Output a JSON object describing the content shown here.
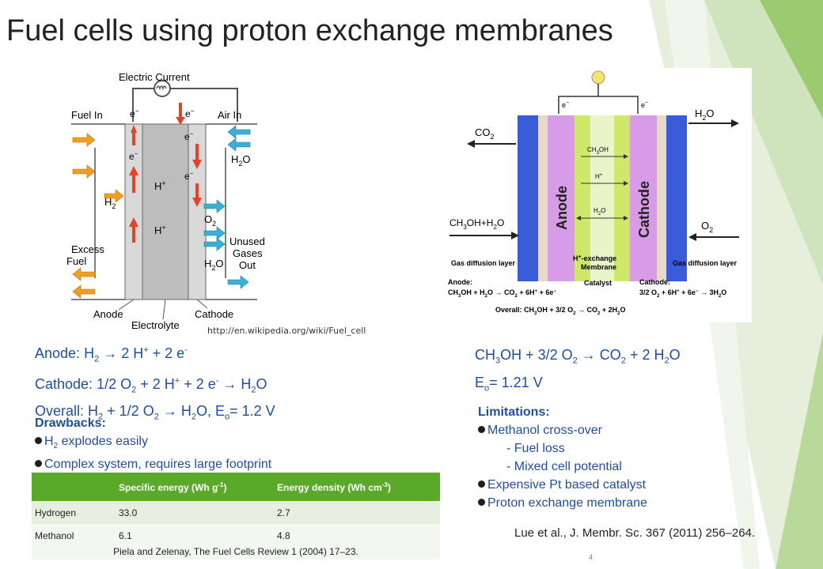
{
  "title": "Fuel cells using proton exchange membranes",
  "pem_diagram": {
    "electric_current": "Electric Current",
    "fuel_in": "Fuel In",
    "air_in": "Air In",
    "e": "e",
    "h2": "H",
    "h2o": "H",
    "o2": "O",
    "h_plus": "H",
    "excess": "Excess",
    "fuel": "Fuel",
    "unused": "Unused",
    "gases": "Gases",
    "out": "Out",
    "anode": "Anode",
    "cathode": "Cathode",
    "electrolyte": "Electrolyte"
  },
  "dmfc_diagram": {
    "co2": "CO",
    "h2o_out": "H",
    "ch3oh_in": "CH",
    "o2_in": "O",
    "anode": "Anode",
    "cathode": "Cathode",
    "ch3oh_label": "CH",
    "hplus_label": "H",
    "h2o_label": "H",
    "gdl_left": "Gas diffusion layer",
    "gdl_right": "Gas diffusion layer",
    "membrane1": "H",
    "membrane2": "Membrane",
    "catalyst": "Catalyst",
    "anode_eq_title": "Anode:",
    "anode_eq": "CH",
    "cathode_eq_title": "Cathode:",
    "cathode_eq": "3/2 O",
    "overall_eq": "Overall: CH"
  },
  "source": "http://en.wikipedia.org/wiki/Fuel_cell",
  "equations_left": {
    "anode_label": "Anode: ",
    "cathode_label": "Cathode: ",
    "overall_label": "Overall: "
  },
  "equations_right": {
    "eo_value": "= 1.21 V"
  },
  "drawbacks": {
    "header": "Drawbacks:",
    "item1_rest": " explodes easily",
    "item2": "Complex system, requires large footprint"
  },
  "limitations": {
    "header": "Limitations:",
    "item1": "Methanol cross-over",
    "sub1": "- Fuel loss",
    "sub2": "- Mixed cell potential",
    "item2": "Expensive Pt based catalyst",
    "item3": "Proton exchange membrane"
  },
  "table": {
    "headers": [
      "",
      "Specific energy (Wh g",
      "Energy density (Wh cm"
    ],
    "rows": [
      [
        "Hydrogen",
        "33.0",
        "2.7"
      ],
      [
        "Methanol",
        "6.1",
        "4.8"
      ]
    ],
    "note": "Piela and Zelenay, The Fuel Cells Review 1 (2004) 17–23."
  },
  "reference": "Lue et al., J. Membr. Sc. 367 (2011) 256–264.",
  "page_number": "4",
  "colors": {
    "accent_green": "#5aa92b",
    "text_blue": "#1f4e9c"
  }
}
